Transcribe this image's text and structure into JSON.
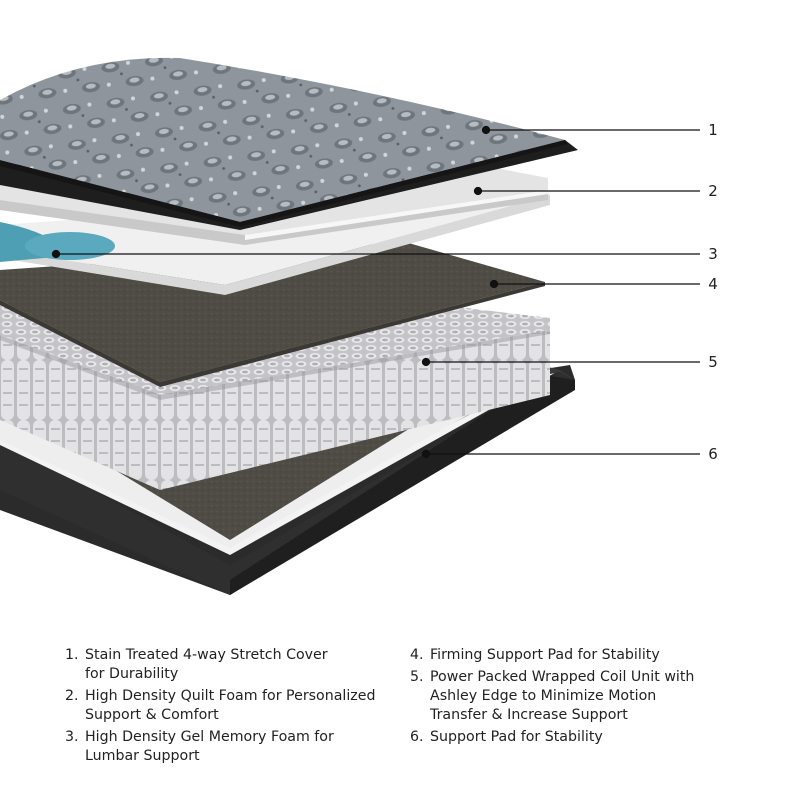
{
  "callouts": [
    "1",
    "2",
    "3",
    "4",
    "5",
    "6"
  ],
  "legend": [
    {
      "num": "1.",
      "lines": [
        "Stain Treated 4-way Stretch Cover",
        "for Durability"
      ]
    },
    {
      "num": "2.",
      "lines": [
        "High Density Quilt Foam for Personalized",
        "Support & Comfort"
      ]
    },
    {
      "num": "3.",
      "lines": [
        "High Density Gel Memory Foam for",
        "Lumbar Support"
      ]
    },
    {
      "num": "4.",
      "lines": [
        "Firming Support Pad for Stability"
      ]
    },
    {
      "num": "5.",
      "lines": [
        "Power Packed Wrapped Coil Unit with",
        "Ashley Edge to Minimize Motion",
        "Transfer & Increase Support"
      ]
    },
    {
      "num": "6.",
      "lines": [
        "Support Pad for Stability"
      ]
    }
  ],
  "colors": {
    "cover": "#8d939b",
    "cover_edge": "#1e1e1e",
    "foam": "#f2f2f2",
    "gel": "#4f9fb4",
    "pad": "#4d4a44",
    "coil": "#cfcfd2",
    "base": "#2b2b2b",
    "leader": "#111111"
  }
}
